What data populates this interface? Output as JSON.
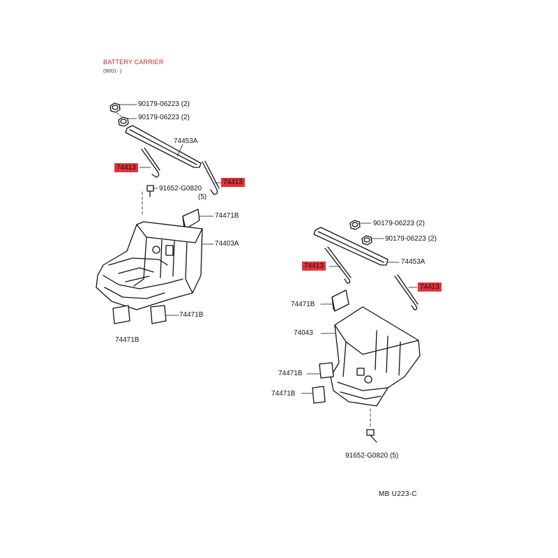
{
  "header": {
    "title": "BATTERY CARRIER",
    "subtitle": "(9001- )"
  },
  "left_assembly": {
    "nut_1": "90179-06223 (2)",
    "nut_2": "90179-06223 (2)",
    "clamp": "74453A",
    "rod_1": "74413",
    "rod_2": "74413",
    "bolt": "91652-G0820",
    "bolt_qty": "(5)",
    "pad_top": "74471B",
    "carrier": "74403A",
    "pad_right": "74471B",
    "pad_bottom": "74471B"
  },
  "right_assembly": {
    "nut_1": "90179-06223 (2)",
    "nut_2": "90179-06223 (2)",
    "clamp": "74453A",
    "rod_1": "74413",
    "rod_2": "74413",
    "pad_top": "74471B",
    "carrier": "74043",
    "pad_mid": "74471B",
    "pad_low": "74471B",
    "bolt": "91652-G0820 (5)"
  },
  "footer": {
    "code": "MB U223-C"
  },
  "colors": {
    "highlight": "#e0333a",
    "title": "#c0282a",
    "ink": "#111111"
  }
}
